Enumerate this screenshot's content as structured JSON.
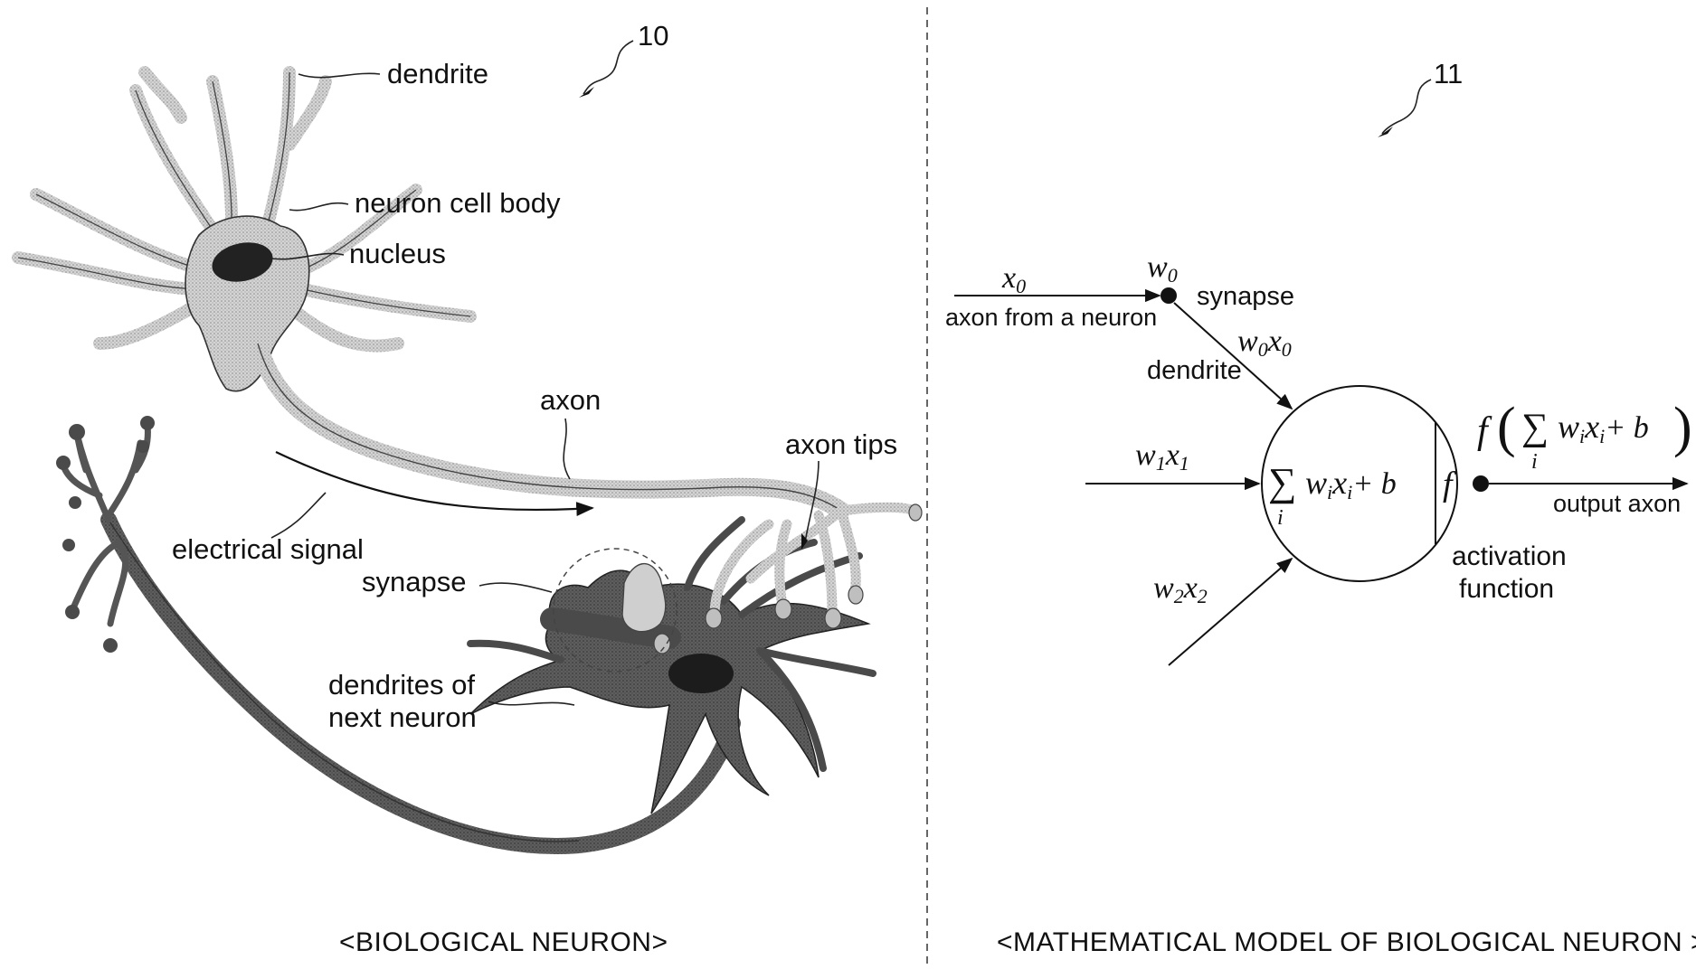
{
  "figures": {
    "left": {
      "ref_number": "10",
      "caption": "<BIOLOGICAL NEURON>",
      "labels": {
        "dendrite": "dendrite",
        "cell_body": "neuron cell body",
        "nucleus": "nucleus",
        "axon": "axon",
        "axon_tips": "axon tips",
        "electrical_signal": "electrical signal",
        "synapse": "synapse",
        "dendrites_next_line1": "dendrites of",
        "dendrites_next_line2": "next neuron"
      }
    },
    "right": {
      "ref_number": "11",
      "caption": "<MATHEMATICAL MODEL OF BIOLOGICAL NEURON >",
      "labels": {
        "x0": "x",
        "x0_sub": "0",
        "w0": "w",
        "w0_sub": "0",
        "synapse": "synapse",
        "axon_from_neuron": "axon from a neuron",
        "w0x0_w": "w",
        "w0x0_ws": "0",
        "w0x0_x": "x",
        "w0x0_xs": "0",
        "dendrite": "dendrite",
        "w1x1_w": "w",
        "w1x1_ws": "1",
        "w1x1_x": "x",
        "w1x1_xs": "1",
        "w2x2_w": "w",
        "w2x2_ws": "2",
        "w2x2_x": "x",
        "w2x2_xs": "2",
        "sum_sigma": "∑",
        "sum_index": "i",
        "sum_w": "w",
        "sum_ws": "i",
        "sum_x": "x",
        "sum_xs": "i",
        "sum_plus_b": "+ b",
        "activation_f": "f",
        "out_f": "f",
        "out_open": "(",
        "out_close": ")",
        "output_axon": "output axon",
        "activation_line1": "activation",
        "activation_line2": "function"
      }
    }
  },
  "colors": {
    "cell_light": "#c9c9c9",
    "cell_dark": "#5a5a5a",
    "nucleus": "#2a2a2a",
    "ink": "#111111"
  }
}
